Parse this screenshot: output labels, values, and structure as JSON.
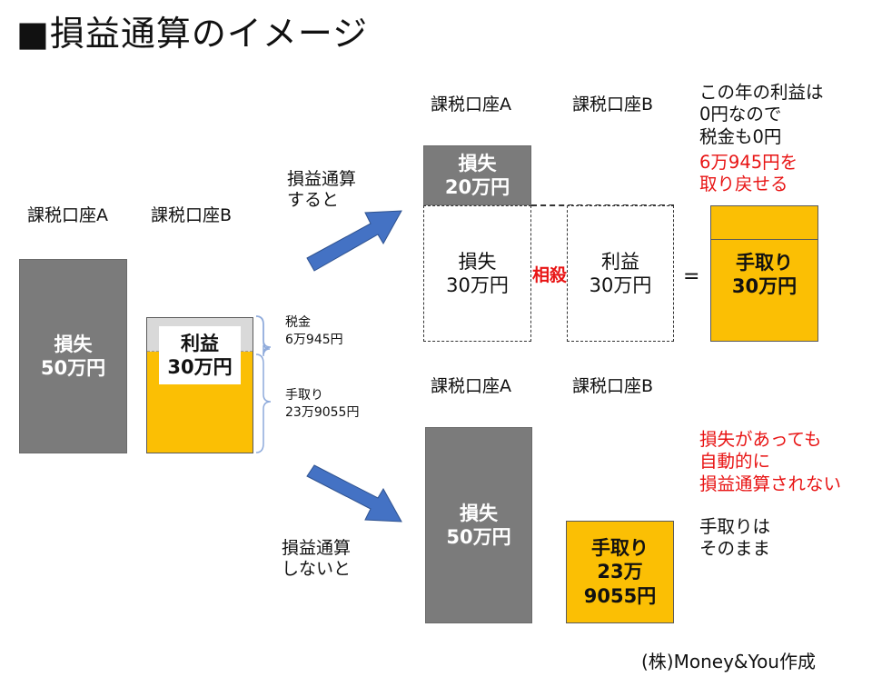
{
  "title": "■損益通算のイメージ",
  "left": {
    "label_a": "課税口座A",
    "label_b": "課税口座B",
    "loss_box": "損失\n50万円",
    "profit_box": "利益\n30万円",
    "tax_note": "税金\n6万945円",
    "net_note": "手取り\n23万9055円"
  },
  "with_offset": {
    "caption": "損益通算\nすると",
    "label_a": "課税口座A",
    "label_b": "課税口座B",
    "loss_top": "損失\n20万円",
    "loss_offset": "損失\n30万円",
    "cancel_label": "相殺",
    "profit_offset": "利益\n30万円",
    "equals": "=",
    "net_box": "手取り\n30万円",
    "note_black": "この年の利益は\n0円なので\n税金も0円",
    "note_red": "6万945円を\n取り戻せる"
  },
  "without_offset": {
    "caption": "損益通算\nしないと",
    "label_a": "課税口座A",
    "label_b": "課税口座B",
    "loss_box": "損失\n50万円",
    "net_box": "手取り\n23万\n9055円",
    "note_red": "損失があっても\n自動的に\n損益通算されない",
    "note_black": "手取りは\nそのまま"
  },
  "credit": "(株)Money&You作成",
  "colors": {
    "loss": "#7b7b7b",
    "net": "#fbbf04",
    "arrow": "#4472c4",
    "emphasis": "#e81414"
  }
}
